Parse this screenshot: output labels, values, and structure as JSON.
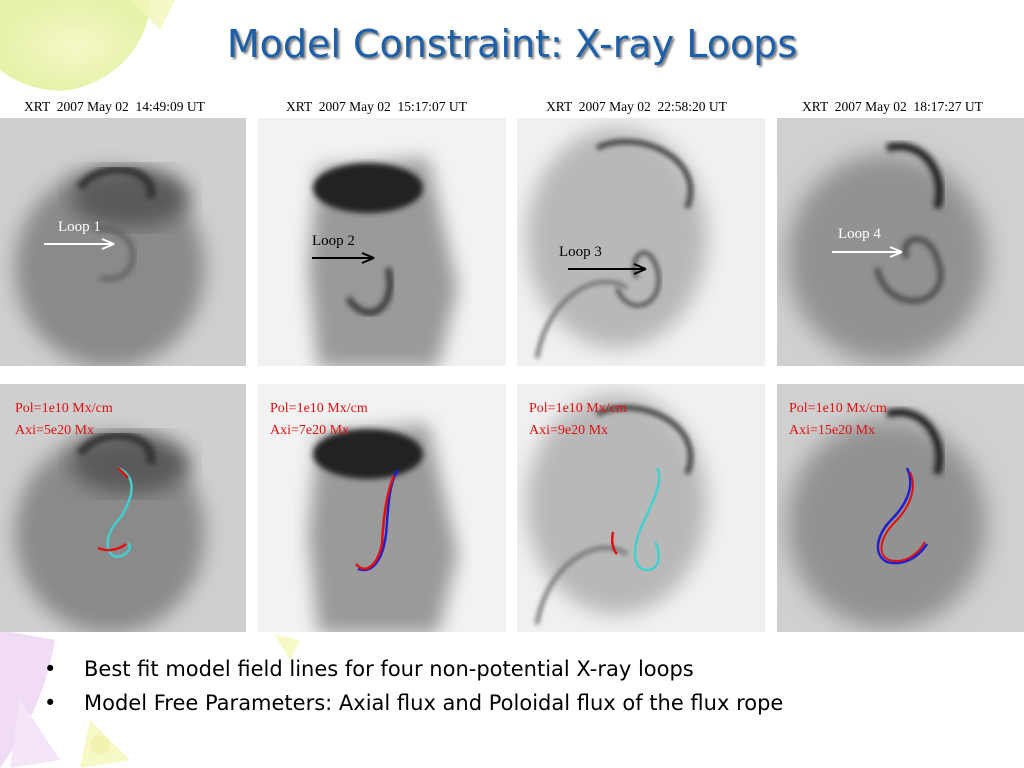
{
  "slide": {
    "title": "Model Constraint: X-ray Loops"
  },
  "panels": [
    {
      "caption": "XRT  2007 May 02  14:49:09 UT",
      "loop_label": "Loop 1",
      "pol": "Pol=1e10 Mx/cm",
      "axi": "Axi=5e20 Mx"
    },
    {
      "caption": "XRT  2007 May 02  15:17:07 UT",
      "loop_label": "Loop 2",
      "pol": "Pol=1e10 Mx/cm",
      "axi": "Axi=7e20 Mx"
    },
    {
      "caption": "XRT  2007 May 02  22:58:20 UT",
      "loop_label": "Loop 3",
      "pol": "Pol=1e10 Mx/cm",
      "axi": "Axi=9e20 Mx"
    },
    {
      "caption": "XRT  2007 May 02  18:17:27 UT",
      "loop_label": "Loop 4",
      "pol": "Pol=1e10 Mx/cm",
      "axi": "Axi=15e20 Mx"
    }
  ],
  "bullets": [
    "Best fit model field lines for four non-potential X-ray loops",
    "Model Free Parameters: Axial flux and Poloidal flux of the flux rope"
  ],
  "colors": {
    "title": "#1d5fa8",
    "params": "#e01010",
    "model_line_1": "#40d0d0",
    "model_line_2": "#2020d0",
    "observed_line": "#e01010"
  }
}
